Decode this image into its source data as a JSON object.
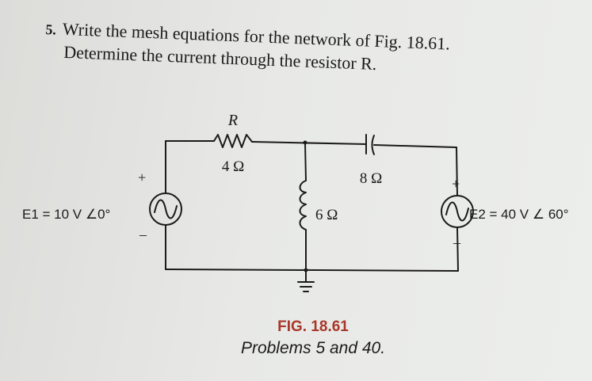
{
  "problem": {
    "number": "5.",
    "line1": "Write the mesh equations for the network of Fig. 18.61.",
    "line2": "Determine the current through the resistor R."
  },
  "circuit": {
    "resistor_R": {
      "name": "R",
      "value": "4 Ω"
    },
    "capacitor": {
      "value": "8 Ω"
    },
    "inductor": {
      "value": "6 Ω"
    },
    "source_E1": {
      "label": "E1 = 10 V ∠0°",
      "plus": "+",
      "minus": "–"
    },
    "source_E2": {
      "label": "E2 = 40 V ∠ 60°",
      "plus": "+",
      "minus": "–"
    }
  },
  "caption": {
    "figure": "FIG. 18.61",
    "subtitle": "Problems 5 and 40."
  },
  "colors": {
    "figure_caption": "#a8372a",
    "ink": "#1b1b1b",
    "paper": "#e6e7e5"
  }
}
